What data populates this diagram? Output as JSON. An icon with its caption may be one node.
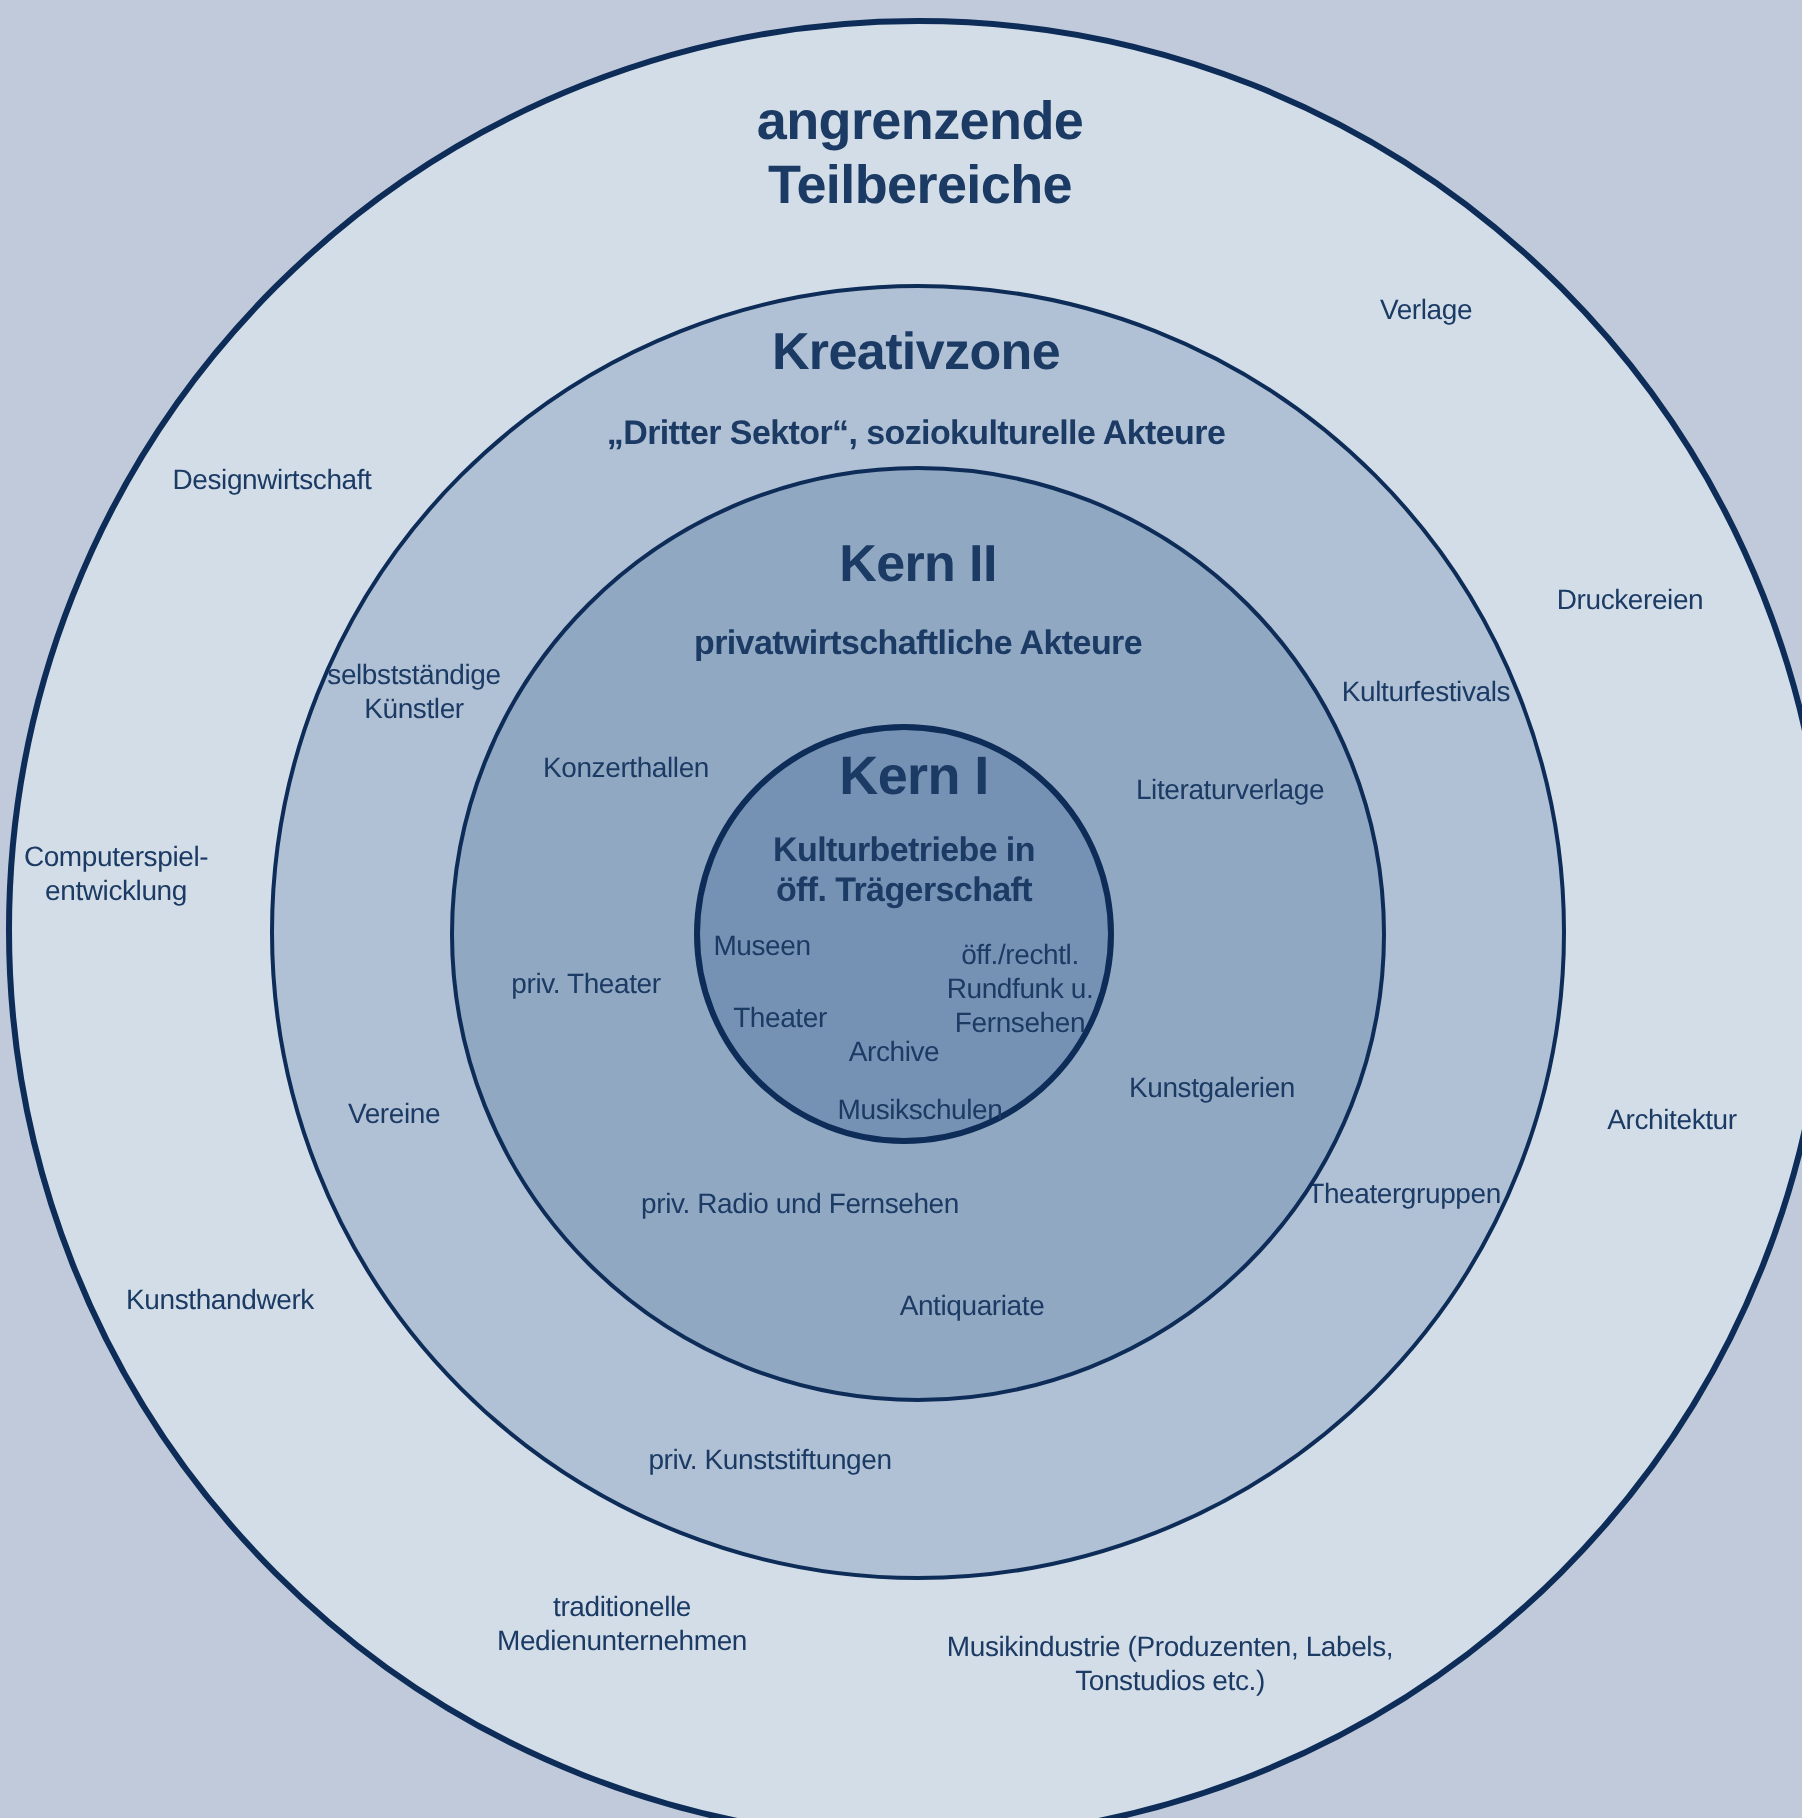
{
  "diagram": {
    "nodes": [
      {
        "text": [
          "angrenzende Teilbereiche"
        ]
      },
      {
        "text": [
          "Kreativzone",
          "„Dritter Sektor“, soziokulturelle Akteure",
          "selbstständige Künstler",
          "Kulturfestivals",
          "Vereine",
          "Theatergruppen",
          "priv. Kunststiftungen"
        ],
        "in": 0
      },
      {
        "text": [
          "Kern II",
          "privatwirtschaftliche Akteure",
          "Konzerthallen",
          "Literaturverlage",
          "priv. Theater",
          "Kunstgalerien",
          "priv. Radio und Fernsehen",
          "Antiquariate"
        ],
        "in": 1
      },
      {
        "text": [
          "Kern I",
          "Kulturbetriebe in öff. Trägerschaft",
          "Museen",
          "öff./rechtl. Rundfunk u. Fernsehen",
          "Theater",
          "Archive",
          "Musikschulen"
        ],
        "in": 2
      }
    ],
    "labels": [
      "Verlage",
      "Designwirtschaft",
      "Druckereien",
      "Computerspiel-entwicklung",
      "Architektur",
      "Kunsthandwerk",
      "traditionelle Medienunternehmen",
      "Musikindustrie (Produzenten, Labels, Tonstudios etc.)"
    ]
  }
}
